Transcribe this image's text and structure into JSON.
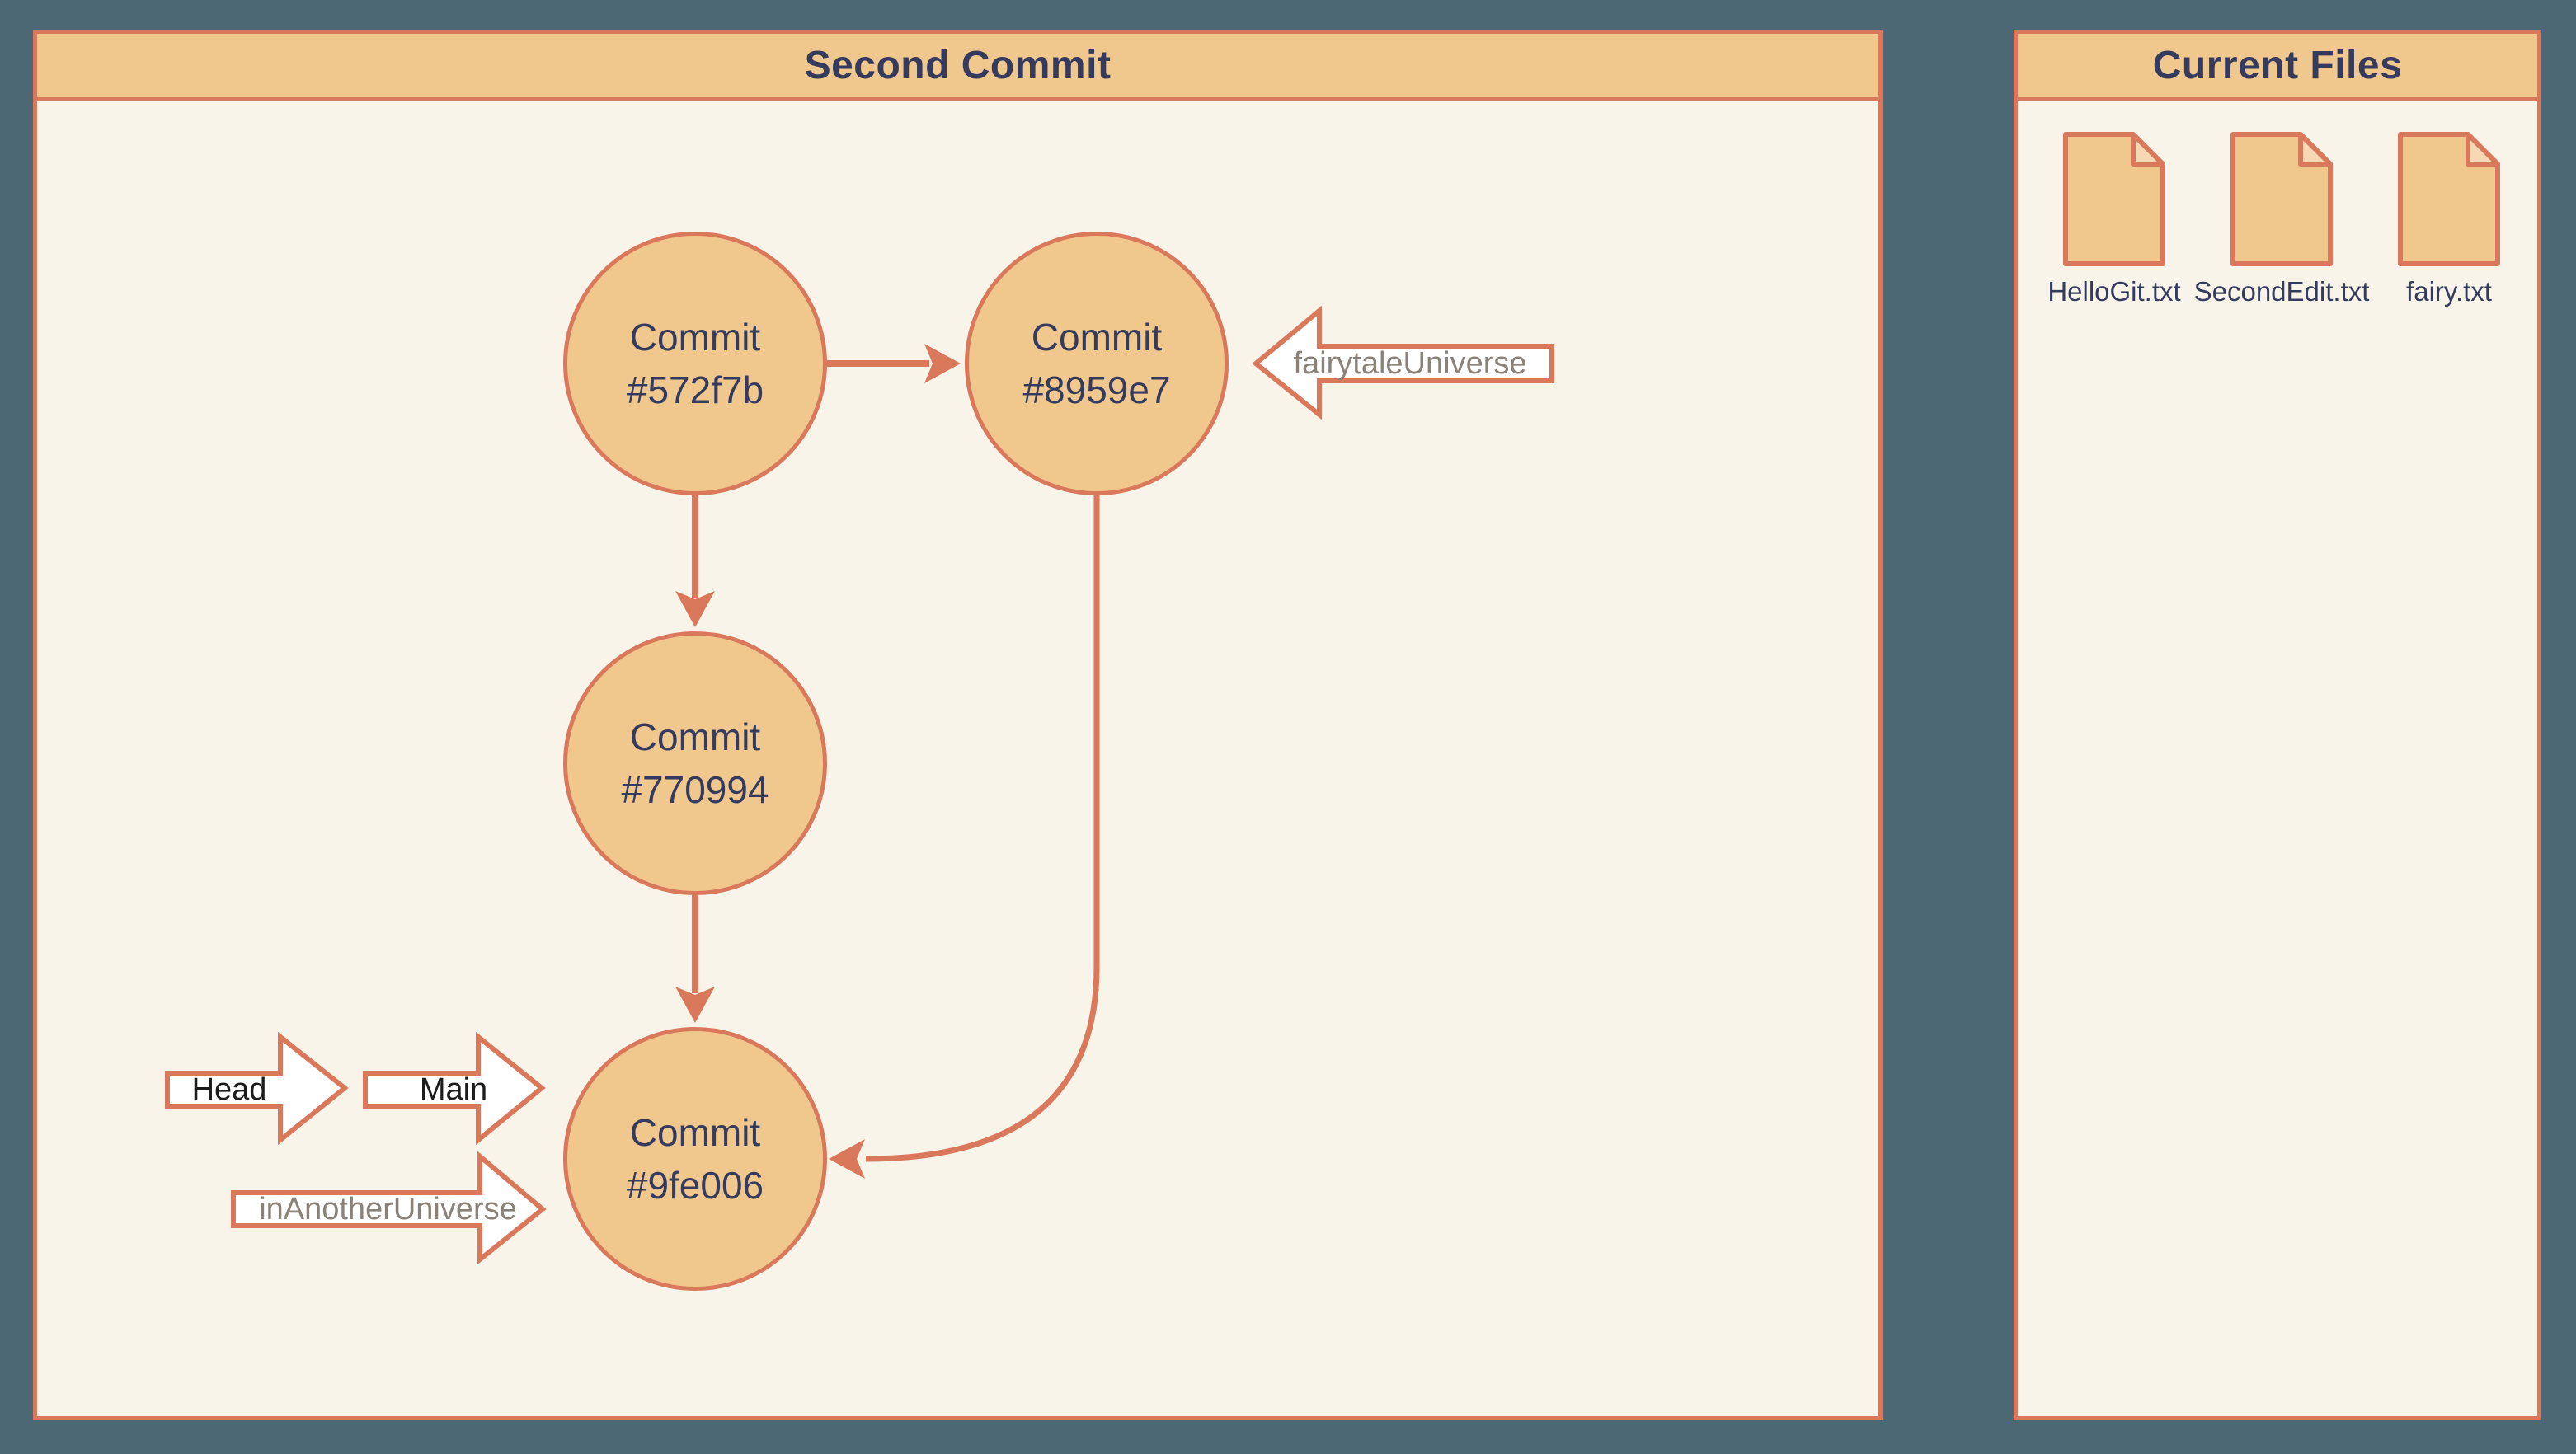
{
  "colors": {
    "background": "#4c6875",
    "panel_background": "#f8f4e9",
    "header_background": "#f0c88d",
    "accent_border": "#d9785a",
    "node_fill": "#f0c88d",
    "text_dark_navy": "#343b5e",
    "text_gray": "#8a8278",
    "text_black": "#1c1c1c"
  },
  "main_panel": {
    "title": "Second Commit",
    "commits": [
      {
        "line1": "Commit",
        "line2": "#572f7b"
      },
      {
        "line1": "Commit",
        "line2": "#8959e7"
      },
      {
        "line1": "Commit",
        "line2": "#770994"
      },
      {
        "line1": "Commit",
        "line2": "#9fe006"
      }
    ],
    "labels": {
      "fairytale": "fairytaleUniverse",
      "head": "Head",
      "main": "Main",
      "in_another": "inAnotherUniverse"
    }
  },
  "files_panel": {
    "title": "Current Files",
    "files": [
      {
        "name": "HelloGit.txt",
        "icon": "file-icon"
      },
      {
        "name": "SecondEdit.txt",
        "icon": "file-icon"
      },
      {
        "name": "fairy.txt",
        "icon": "file-icon"
      }
    ]
  }
}
